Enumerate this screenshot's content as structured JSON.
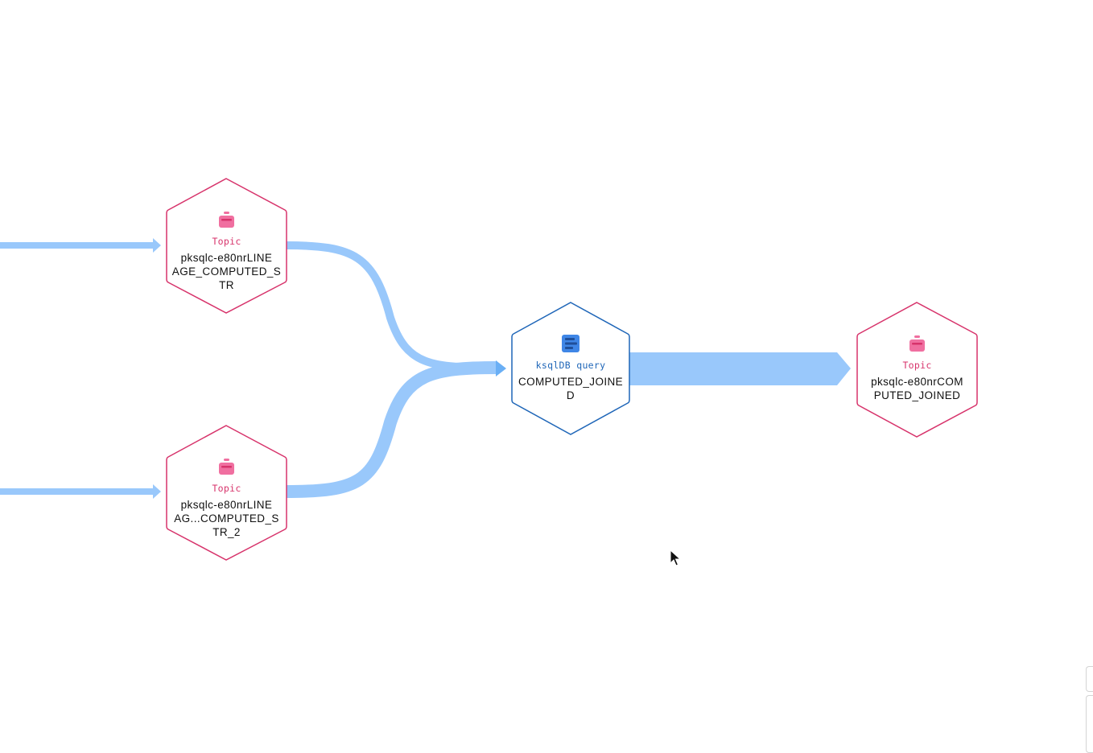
{
  "colors": {
    "topic_border": "#d7336b",
    "topic_icon": "#f06fa0",
    "query_border": "#1f66b8",
    "query_icon": "#3f86e6",
    "flow": "#99c8fb"
  },
  "nodes": [
    {
      "id": "topic-1",
      "type_label": "Topic",
      "icon": "topic-icon",
      "name": "pksqlc-e80nrLINE\nAGE_COMPUTED_S\nTR"
    },
    {
      "id": "topic-2",
      "type_label": "Topic",
      "icon": "topic-icon",
      "name": "pksqlc-e80nrLINE\nAG...COMPUTED_S\nTR_2"
    },
    {
      "id": "query-1",
      "type_label": "ksqlDB query",
      "icon": "ksqldb-query-icon",
      "name": "COMPUTED_JOINE\nD"
    },
    {
      "id": "topic-3",
      "type_label": "Topic",
      "icon": "topic-icon",
      "name": "pksqlc-e80nrCOM\nPUTED_JOINED"
    }
  ]
}
